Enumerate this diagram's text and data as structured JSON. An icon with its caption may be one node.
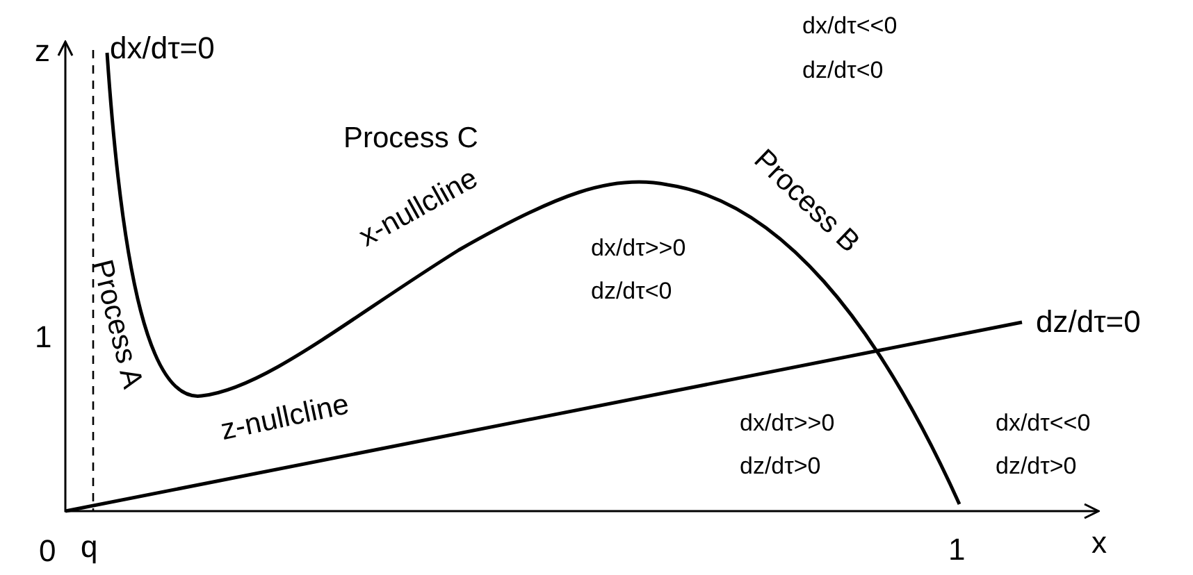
{
  "diagram": {
    "labels": [
      "z",
      "dx/dτ=0",
      "dx/dτ<<0",
      "dz/dτ<0",
      "Process C",
      "Process A",
      "x-nullcline",
      "Process B",
      "dx/dτ>>0",
      "dz/dτ<0",
      "1",
      "dz/dτ=0",
      "z-nullcline",
      "dx/dτ>>0",
      "dz/dτ>0",
      "dx/dτ<<0",
      "dz/dτ>0",
      "0",
      "q",
      "1",
      "x"
    ]
  }
}
